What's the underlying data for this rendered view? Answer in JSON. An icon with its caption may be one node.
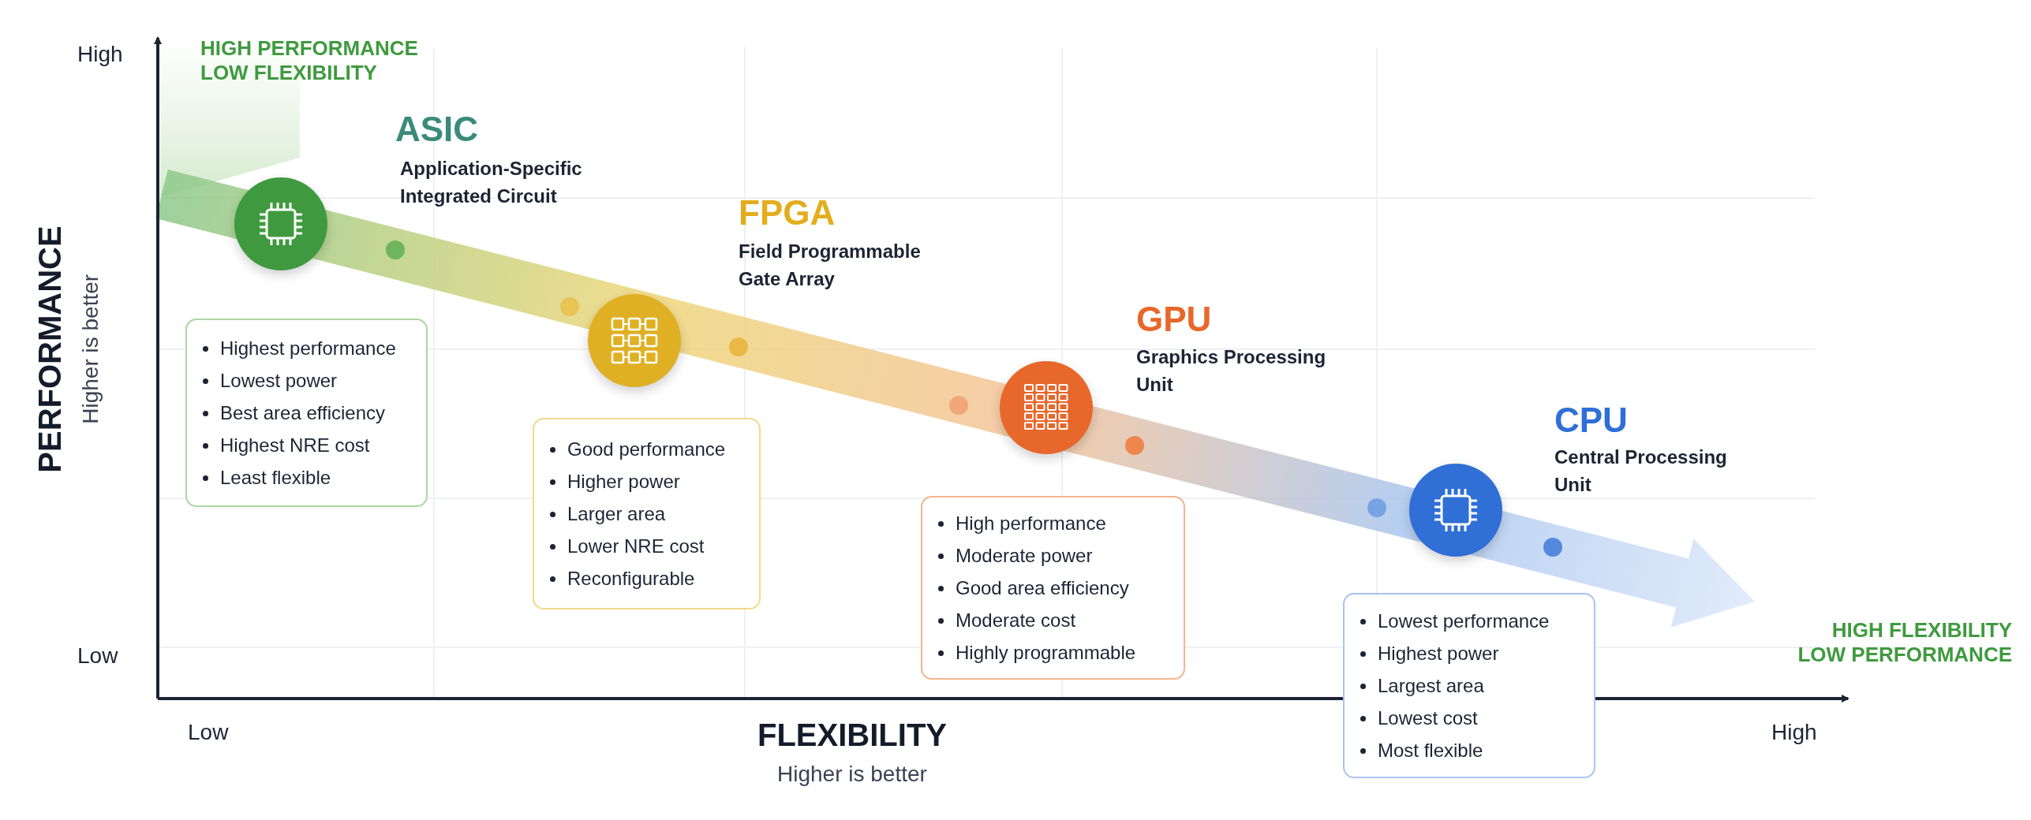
{
  "diagram": {
    "nodes": [
      {
        "text": [],
        "shape": "circle",
        "beside": [
          "ASIC",
          "Application-Specific Integrated Circuit"
        ]
      },
      {
        "text": [
          "Highest performance",
          "Lowest power",
          "Best area efficiency",
          "Highest NRE cost",
          "Least flexible"
        ]
      },
      {
        "text": [],
        "shape": "circle",
        "beside": [
          "FPGA",
          "Field Programmable Gate Array"
        ]
      },
      {
        "text": [
          "Good performance",
          "Higher power",
          "Larger area",
          "Lower NRE cost",
          "Reconfigurable"
        ]
      },
      {
        "text": [],
        "shape": "circle",
        "beside": [
          "GPU",
          "Graphics Processing Unit"
        ]
      },
      {
        "text": [
          "High performance",
          "Moderate power",
          "Good area efficiency",
          "Moderate cost",
          "Highly programmable"
        ]
      },
      {
        "text": [],
        "shape": "circle",
        "beside": [
          "CPU",
          "Central Processing Unit"
        ]
      },
      {
        "text": [
          "Lowest performance",
          "Highest power",
          "Largest area",
          "Lowest cost",
          "Most flexible"
        ]
      }
    ],
    "edges": [],
    "labels": [
      "High",
      "HIGH PERFORMANCE LOW FLEXIBILITY",
      "PERFORMANCE",
      "Higher is better",
      "Low",
      "HIGH FLEXIBILITY LOW PERFORMANCE",
      "Low",
      "FLEXIBILITY",
      "Higher is better",
      "High"
    ]
  }
}
